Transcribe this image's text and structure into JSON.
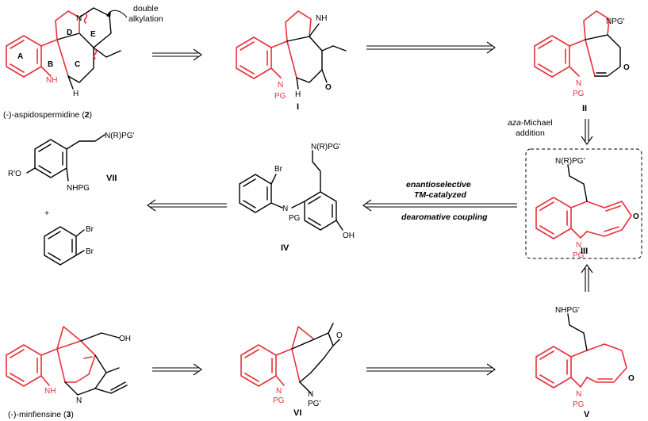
{
  "compounds": {
    "aspidospermidine": {
      "name": "(-)-aspidospermidine (",
      "number": "2",
      "close": ")"
    },
    "minfiensine": {
      "name": "(-)-minfiensine (",
      "number": "3",
      "close": ")"
    },
    "I": "I",
    "II": "II",
    "III": "III",
    "IV": "IV",
    "V": "V",
    "VI": "VI",
    "VII": "VII"
  },
  "ring_labels": [
    "A",
    "B",
    "C",
    "D",
    "E"
  ],
  "atoms": {
    "N": "N",
    "NH": "NH",
    "H_stereo": "H",
    "N_H_top": "NH",
    "H_low": "H",
    "PG": "PG",
    "NPG_prime": "NPG'",
    "N_R_PG": "N(R)PG'",
    "NHPG_prime": "NHPG'",
    "NHPG": "NHPG",
    "RO": "R'O",
    "Br": "Br",
    "OH": "OH",
    "O": "O",
    "N_plain": "N",
    "PG_prime": "PG'"
  },
  "annotations": {
    "double_alkylation_line1": "double",
    "double_alkylation_line2": "alkylation",
    "aza_michael_italic": "aza",
    "aza_michael_rest": "-Michael",
    "aza_michael_line2": "addition",
    "cond_line1": "enantioselective",
    "cond_line2": "TM-catalyzed",
    "cond_line3": "dearomative coupling",
    "plus": "+"
  }
}
